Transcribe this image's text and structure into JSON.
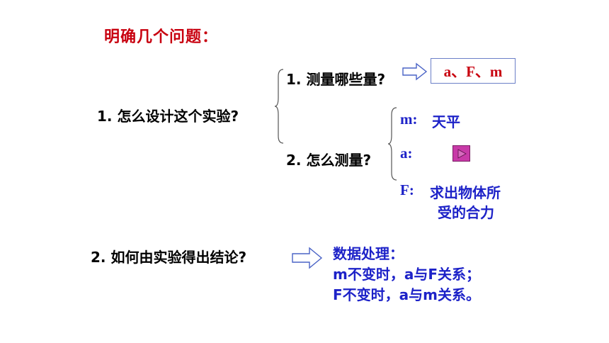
{
  "title": "明确几个问题：",
  "q1": {
    "label": "1. 怎么设计这个实验?",
    "sub1": {
      "label": "1. 测量哪些量?",
      "answer": "a、F、m"
    },
    "sub2": {
      "label": "2. 怎么测量?",
      "items": {
        "m_key": "m:",
        "m_val": "天平",
        "a_key": "a:",
        "F_key": "F:",
        "F_val_line1": "求出物体所",
        "F_val_line2": "受的合力"
      }
    }
  },
  "q2": {
    "label": "2. 如何由实验得出结论?",
    "lines": [
      "数据处理：",
      "m不变时，a与F关系；",
      "F不变时，a与m关系。"
    ]
  },
  "colors": {
    "title": "#c8000f",
    "blue": "#1d22c8",
    "play": "#c83aa8"
  }
}
